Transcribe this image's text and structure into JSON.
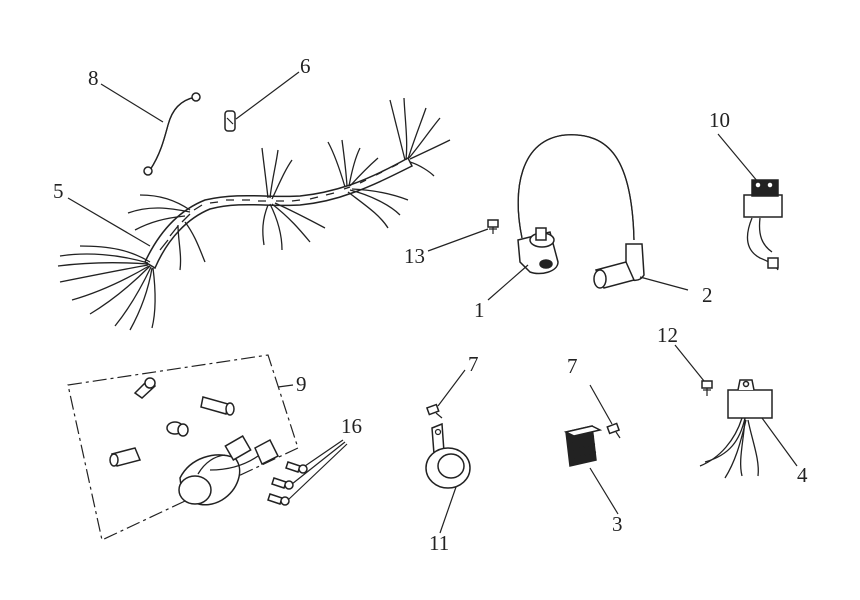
{
  "diagram": {
    "callouts": {
      "c1": "1",
      "c2": "2",
      "c3": "3",
      "c4": "4",
      "c5": "5",
      "c6": "6",
      "c7a": "7",
      "c7b": "7",
      "c8": "8",
      "c9": "9",
      "c10": "10",
      "c11": "11",
      "c12": "12",
      "c13": "13",
      "c16": "16"
    }
  }
}
